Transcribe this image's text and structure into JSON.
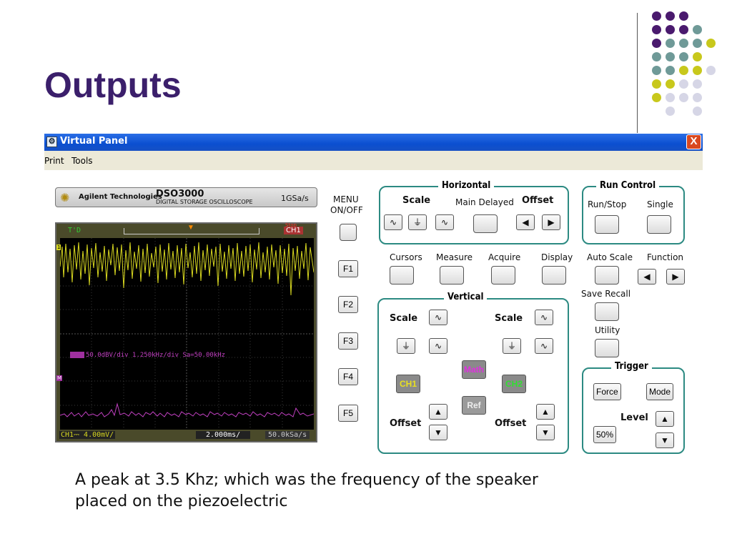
{
  "slide": {
    "title": "Outputs",
    "caption_line1": "A peak at 3.5 Khz; which was the frequency of the speaker",
    "caption_line2": "placed on the piezoelectric",
    "dot_colors": {
      "purple": "#4a1a6e",
      "teal": "#6f9a98",
      "lime": "#c8c81c",
      "lav": "#d6d6e6"
    }
  },
  "window": {
    "title": "Virtual Panel",
    "close_label": "X"
  },
  "menu": {
    "items": [
      "Print",
      "Tools"
    ]
  },
  "brand": {
    "company": "Agilent Technologies",
    "model": "DSO3000",
    "subtitle": "DIGITAL STORAGE OSCILLOSCOPE",
    "rate": "1GSa/s"
  },
  "scope": {
    "top_left": "T'D",
    "top_right": "CH1",
    "math_line": "50.0dBV/div 1.250kHz/div Sa=50.00kHz",
    "ch1_status": "CH1⎓ 4.00mV/",
    "timebase": "2.000ms/",
    "sample": "50.0kSa/s",
    "ch1_marker": "1",
    "m_marker": "M",
    "top_flag": "Stop"
  },
  "menu_onoff": {
    "line1": "MENU",
    "line2": "ON/OFF"
  },
  "fkeys": [
    "F1",
    "F2",
    "F3",
    "F4",
    "F5"
  ],
  "horizontal": {
    "title": "Horizontal",
    "scale": "Scale",
    "main_delayed": "Main Delayed",
    "offset": "Offset"
  },
  "run_control": {
    "title": "Run Control",
    "run_stop": "Run/Stop",
    "single": "Single"
  },
  "menus_row": {
    "cursors": "Cursors",
    "measure": "Measure",
    "acquire": "Acquire",
    "display": "Display",
    "auto_scale": "Auto Scale",
    "function": "Function"
  },
  "right_col": {
    "save_recall": "Save Recall",
    "utility": "Utility"
  },
  "vertical": {
    "title": "Vertical",
    "scale_left": "Scale",
    "scale_right": "Scale",
    "offset_left": "Offset",
    "offset_right": "Offset",
    "math": "Math",
    "ch1": "CH1",
    "ch2": "CH2",
    "ref": "Ref"
  },
  "trigger": {
    "title": "Trigger",
    "force": "Force",
    "mode": "Mode",
    "level": "Level",
    "fifty": "50%"
  },
  "icons": {
    "wave": "∿",
    "ground": "⏚",
    "left": "◀",
    "right": "▶",
    "up": "▲",
    "down": "▼"
  }
}
